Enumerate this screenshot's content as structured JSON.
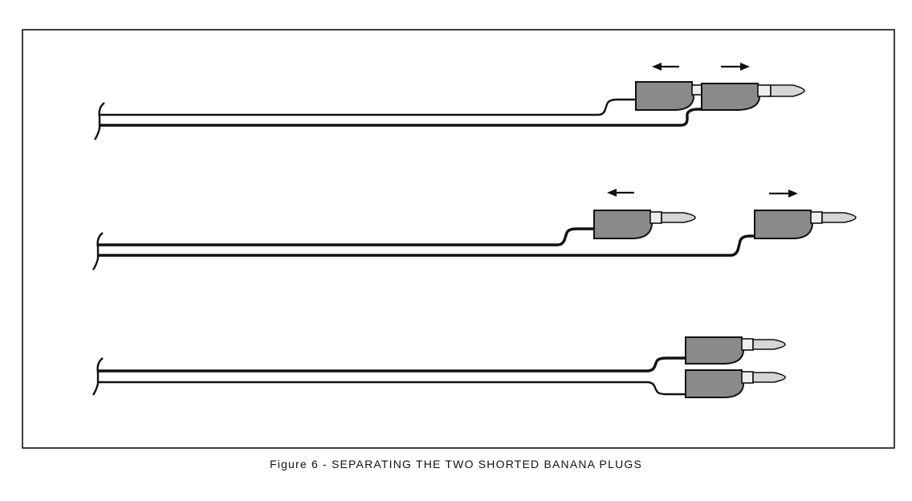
{
  "caption": "Figure 6 - SEPARATING THE TWO SHORTED BANANA PLUGS",
  "colors": {
    "plug_body": "#8a8a8a",
    "plug_tip": "#d6d6d6",
    "line": "#111111",
    "background": "#ffffff"
  },
  "panels": [
    {
      "stage": "plugs-stacked-pulling-apart",
      "arrows": [
        "left",
        "right"
      ]
    },
    {
      "stage": "plugs-separated",
      "arrows": [
        "left",
        "right"
      ]
    },
    {
      "stage": "plugs-side-by-side",
      "arrows": []
    }
  ]
}
